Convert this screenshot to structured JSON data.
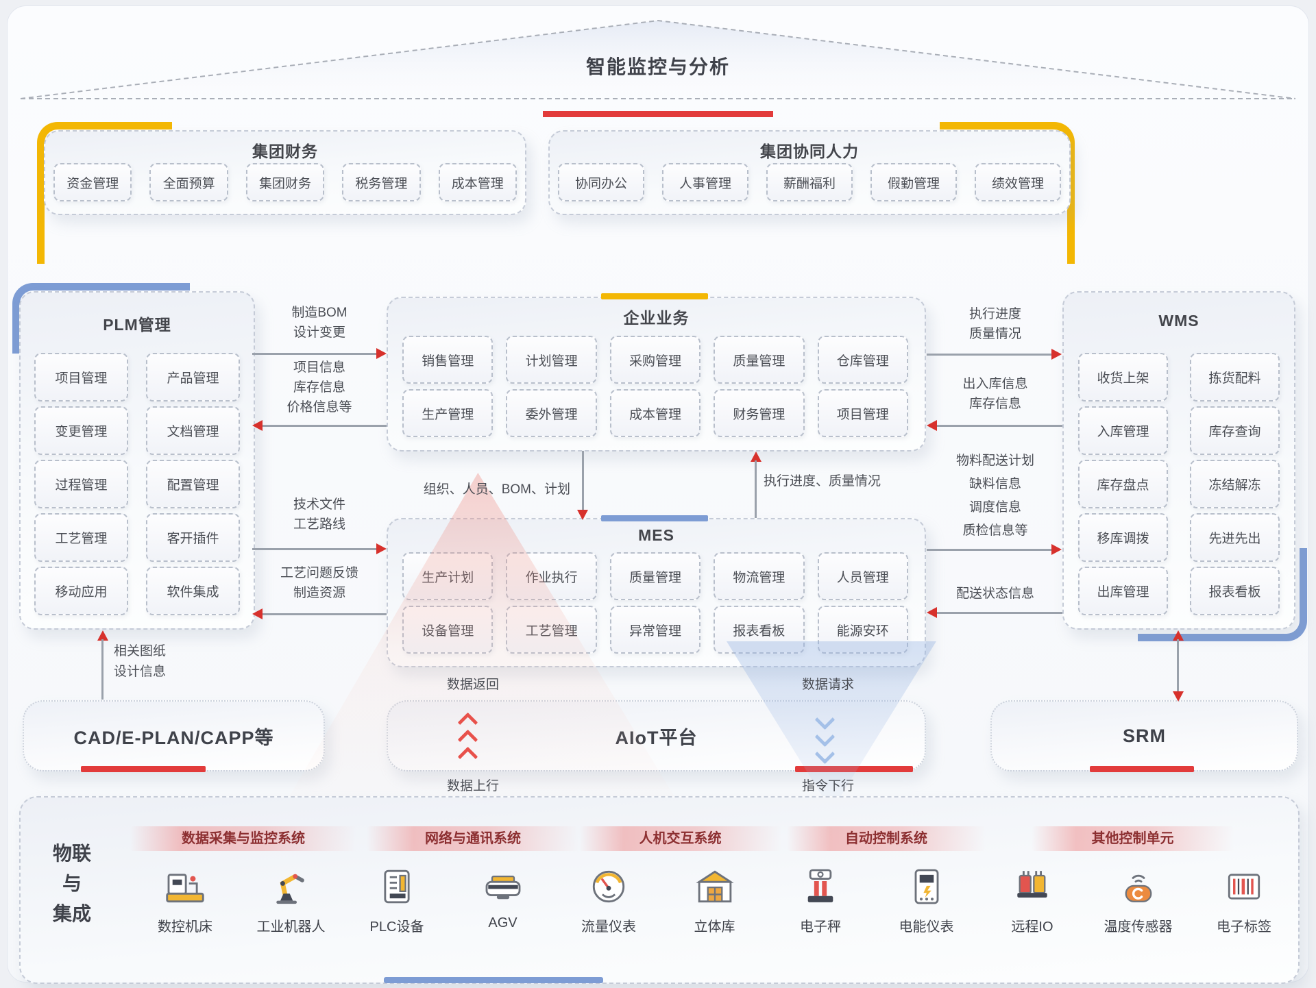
{
  "header": {
    "title": "智能监控与分析"
  },
  "sections": {
    "finance": {
      "title": "集团财务",
      "items": [
        "资金管理",
        "全面预算",
        "集团财务",
        "税务管理",
        "成本管理"
      ]
    },
    "hr": {
      "title": "集团协同人力",
      "items": [
        "协同办公",
        "人事管理",
        "薪酬福利",
        "假勤管理",
        "绩效管理"
      ]
    },
    "plm": {
      "title": "PLM管理",
      "items": [
        "项目管理",
        "产品管理",
        "变更管理",
        "文档管理",
        "过程管理",
        "配置管理",
        "工艺管理",
        "客开插件",
        "移动应用",
        "软件集成"
      ]
    },
    "erp": {
      "title": "企业业务",
      "items": [
        "销售管理",
        "计划管理",
        "采购管理",
        "质量管理",
        "仓库管理",
        "生产管理",
        "委外管理",
        "成本管理",
        "财务管理",
        "项目管理"
      ]
    },
    "mes": {
      "title": "MES",
      "items": [
        "生产计划",
        "作业执行",
        "质量管理",
        "物流管理",
        "人员管理",
        "设备管理",
        "工艺管理",
        "异常管理",
        "报表看板",
        "能源安环"
      ]
    },
    "wms": {
      "title": "WMS",
      "items": [
        "收货上架",
        "拣货配料",
        "入库管理",
        "库存查询",
        "库存盘点",
        "冻结解冻",
        "移库调拨",
        "先进先出",
        "出库管理",
        "报表看板"
      ]
    }
  },
  "connectors": {
    "plm_erp_out": {
      "lines": [
        "制造BOM",
        "设计变更"
      ]
    },
    "plm_erp_in": {
      "lines": [
        "项目信息",
        "库存信息",
        "价格信息等"
      ]
    },
    "plm_mes_out": {
      "lines": [
        "技术文件",
        "工艺路线"
      ]
    },
    "plm_mes_in": {
      "lines": [
        "工艺问题反馈",
        "制造资源"
      ]
    },
    "erp_mes_down": {
      "lines": [
        "组织、人员、BOM、计划"
      ]
    },
    "mes_erp_up": {
      "lines": [
        "执行进度、质量情况"
      ]
    },
    "erp_wms_out": {
      "lines": [
        "执行进度",
        "质量情况"
      ]
    },
    "erp_wms_in": {
      "lines": [
        "出入库信息",
        "库存信息"
      ]
    },
    "mes_wms_out": {
      "lines": [
        "物料配送计划",
        "缺料信息",
        "调度信息",
        "质检信息等"
      ]
    },
    "mes_wms_in": {
      "lines": [
        "配送状态信息"
      ]
    },
    "cad_plm_up": {
      "lines": [
        "相关图纸",
        "设计信息"
      ]
    }
  },
  "platforms": {
    "cad": {
      "title": "CAD/E-PLAN/CAPP等"
    },
    "aiot": {
      "title": "AIoT平台"
    },
    "srm": {
      "title": "SRM"
    }
  },
  "aiot_flow": {
    "data_return": "数据返回",
    "data_request": "数据请求",
    "data_up": "数据上行",
    "cmd_down": "指令下行"
  },
  "iot": {
    "title_lines": [
      "物联",
      "与",
      "集成"
    ],
    "categories": [
      "数据采集与监控系统",
      "网络与通讯系统",
      "人机交互系统",
      "自动控制系统",
      "其他控制单元"
    ],
    "devices": [
      {
        "label": "数控机床",
        "icon": "cnc-machine-icon"
      },
      {
        "label": "工业机器人",
        "icon": "industrial-robot-icon"
      },
      {
        "label": "PLC设备",
        "icon": "plc-device-icon"
      },
      {
        "label": "AGV",
        "icon": "agv-icon"
      },
      {
        "label": "流量仪表",
        "icon": "flow-meter-icon"
      },
      {
        "label": "立体库",
        "icon": "stereo-warehouse-icon"
      },
      {
        "label": "电子秤",
        "icon": "electronic-scale-icon"
      },
      {
        "label": "电能仪表",
        "icon": "power-meter-icon"
      },
      {
        "label": "远程IO",
        "icon": "remote-io-icon"
      },
      {
        "label": "温度传感器",
        "icon": "temperature-sensor-icon"
      },
      {
        "label": "电子标签",
        "icon": "electronic-tag-icon"
      }
    ]
  },
  "colors": {
    "accent_red": "#e23b3b",
    "accent_yellow": "#f3b704",
    "accent_blue": "#7d9cd4",
    "arrow_red": "#d7312c"
  }
}
